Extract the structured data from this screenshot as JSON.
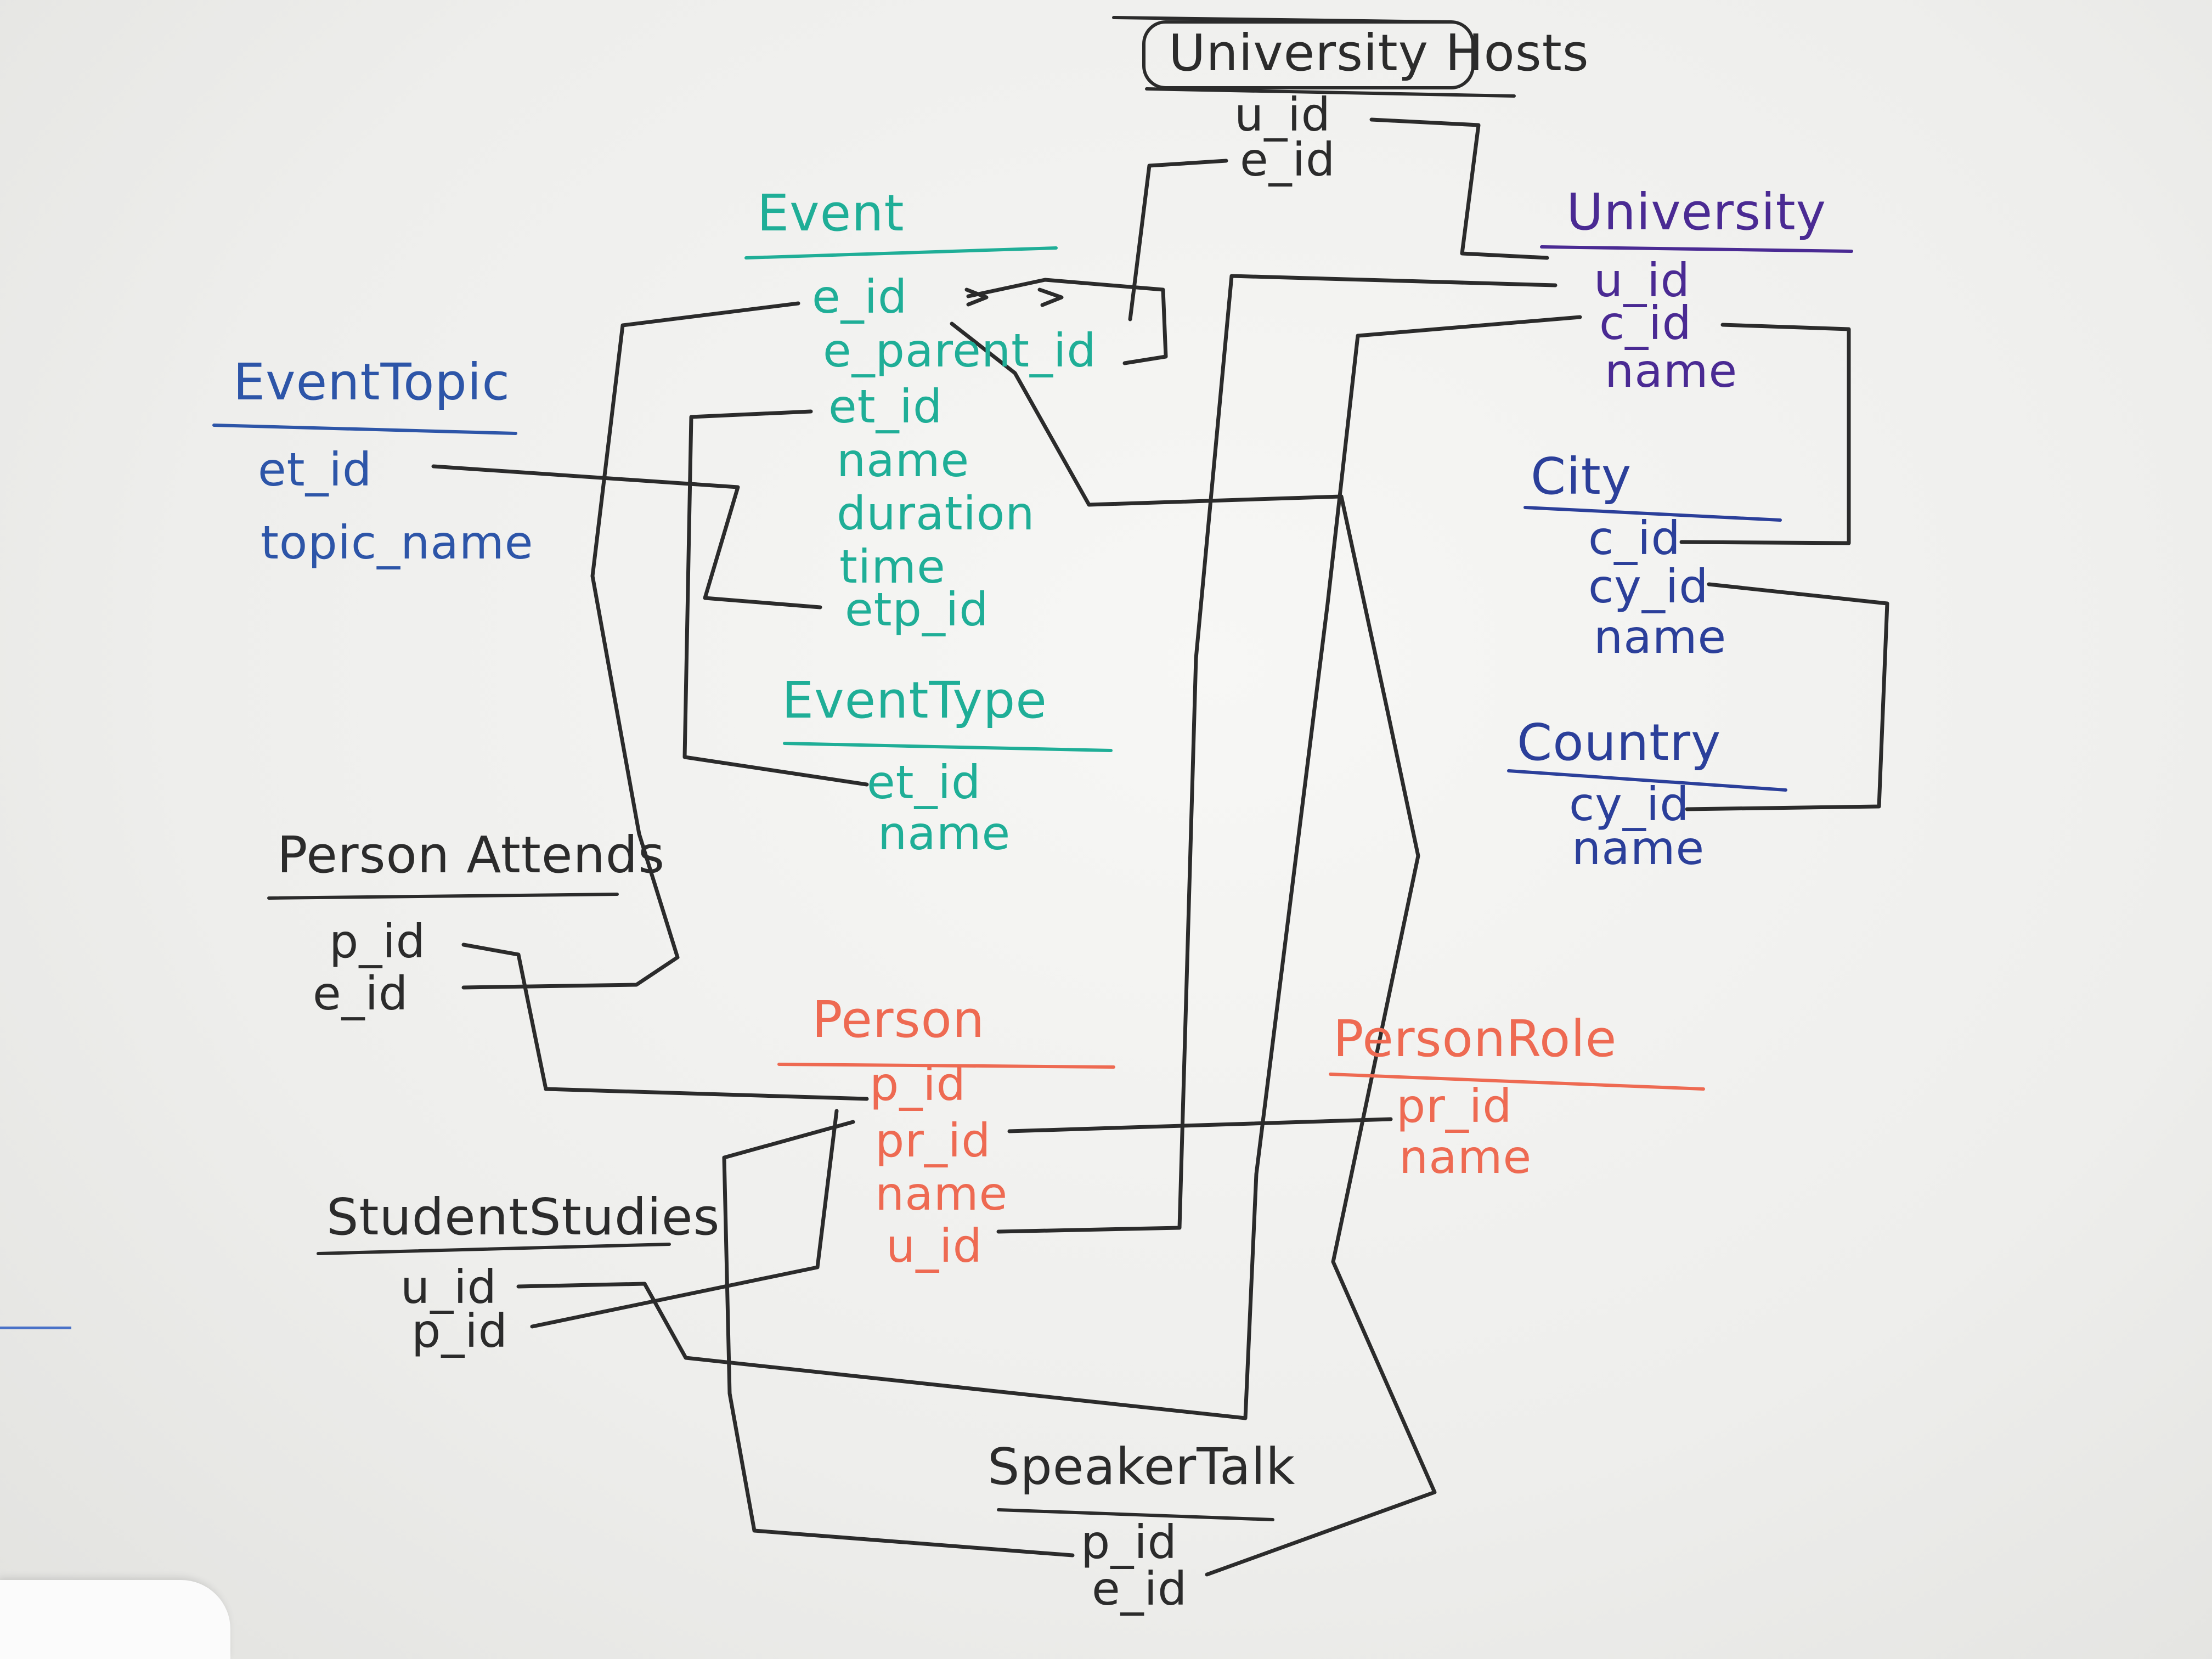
{
  "colors": {
    "black": "#2b2b2b",
    "teal": "#1fae97",
    "blue": "#2d55a8",
    "purple": "#4a2a93",
    "navy": "#2b3f9a",
    "red": "#ee6a52"
  },
  "entities": {
    "university_hosts": {
      "title": "University Hosts",
      "attrs": [
        "u_id",
        "e_id"
      ]
    },
    "event": {
      "title": "Event",
      "attrs": [
        "e_id",
        "e_parent_id",
        "et_id",
        "name",
        "duration",
        "time",
        "etp_id"
      ]
    },
    "event_topic": {
      "title": "EventTopic",
      "attrs": [
        "et_id",
        "topic_name"
      ]
    },
    "event_type": {
      "title": "EventType",
      "attrs": [
        "et_id",
        "name"
      ]
    },
    "university": {
      "title": "University",
      "attrs": [
        "u_id",
        "c_id",
        "name"
      ]
    },
    "city": {
      "title": "City",
      "attrs": [
        "c_id",
        "cy_id",
        "name"
      ]
    },
    "country": {
      "title": "Country",
      "attrs": [
        "cy_id",
        "name"
      ]
    },
    "person_attends": {
      "title": "Person Attends",
      "attrs": [
        "p_id",
        "e_id"
      ]
    },
    "person": {
      "title": "Person",
      "attrs": [
        "p_id",
        "pr_id",
        "name",
        "u_id"
      ]
    },
    "person_role": {
      "title": "PersonRole",
      "attrs": [
        "pr_id",
        "name"
      ]
    },
    "student_studies": {
      "title": "StudentStudies",
      "attrs": [
        "u_id",
        "p_id"
      ]
    },
    "speaker_talk": {
      "title": "SpeakerTalk",
      "attrs": [
        "p_id",
        "e_id"
      ]
    }
  }
}
